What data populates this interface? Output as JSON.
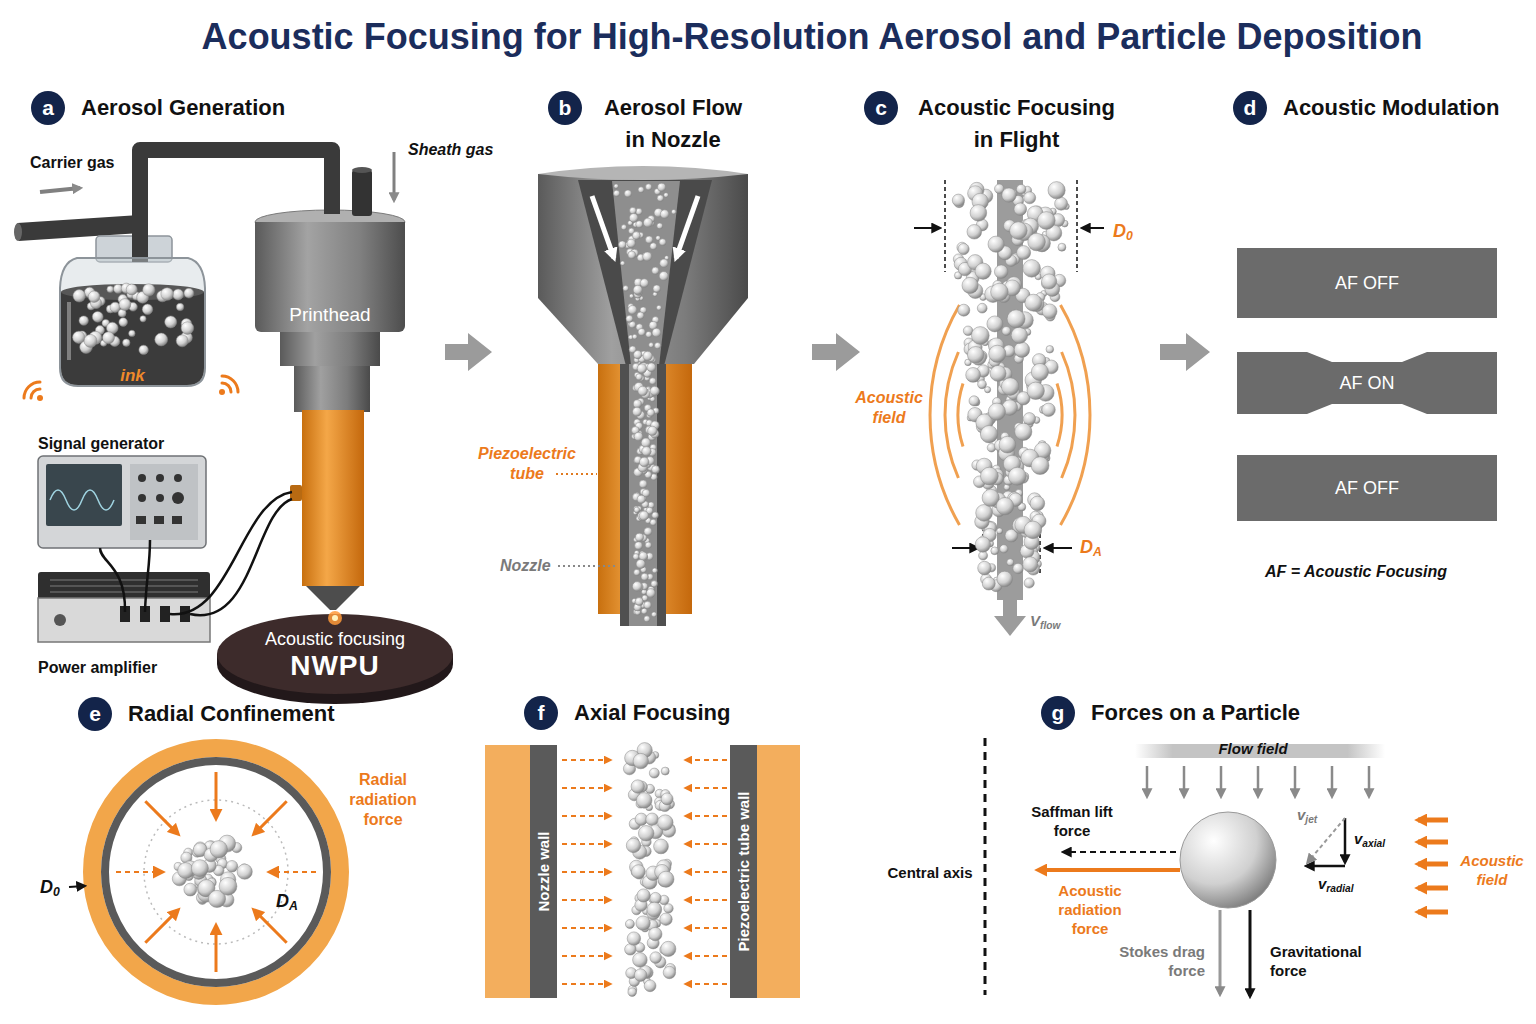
{
  "diagram": {
    "title": "Acoustic Focusing for High-Resolution Aerosol and Particle Deposition",
    "nodes": [
      {
        "text": [
          "a",
          "Aerosol Generation"
        ]
      },
      {
        "text": [
          "ink"
        ]
      },
      {
        "text": [
          "Printhead"
        ]
      },
      {
        "text": [
          "Acoustic focusing",
          "NWPU"
        ]
      },
      {
        "text": [
          "b",
          "Aerosol Flow in Nozzle"
        ]
      },
      {
        "text": [
          "c",
          "Acoustic Focusing in Flight"
        ]
      },
      {
        "text": [
          "d",
          "Acoustic Modulation"
        ]
      },
      {
        "text": [
          "AF OFF"
        ]
      },
      {
        "text": [
          "AF ON"
        ]
      },
      {
        "text": [
          "AF OFF"
        ]
      },
      {
        "text": [
          "e",
          "Radial Confinement"
        ]
      },
      {
        "text": [
          "f",
          "Axial Focusing"
        ]
      },
      {
        "text": [
          "Nozzle wall"
        ]
      },
      {
        "text": [
          "Piezoelectric tube wall"
        ]
      },
      {
        "text": [
          "g",
          "Forces on a Particle"
        ]
      }
    ],
    "labels": [
      "Carrier gas",
      "Sheath gas",
      "Signal generator",
      "Power amplifier",
      "Piezoelectric tube",
      "Nozzle",
      "D0",
      "Acoustic field",
      "DA",
      "Vflow",
      "AF = Acoustic Focusing",
      "Radial radiation force",
      "D0",
      "DA",
      "Flow field",
      "Saffman lift force",
      "vjet",
      "vaxial",
      "Central axis",
      "vradial",
      "Acoustic radiation force",
      "Stokes drag force",
      "Gravitational force",
      "Acoustic field"
    ]
  }
}
